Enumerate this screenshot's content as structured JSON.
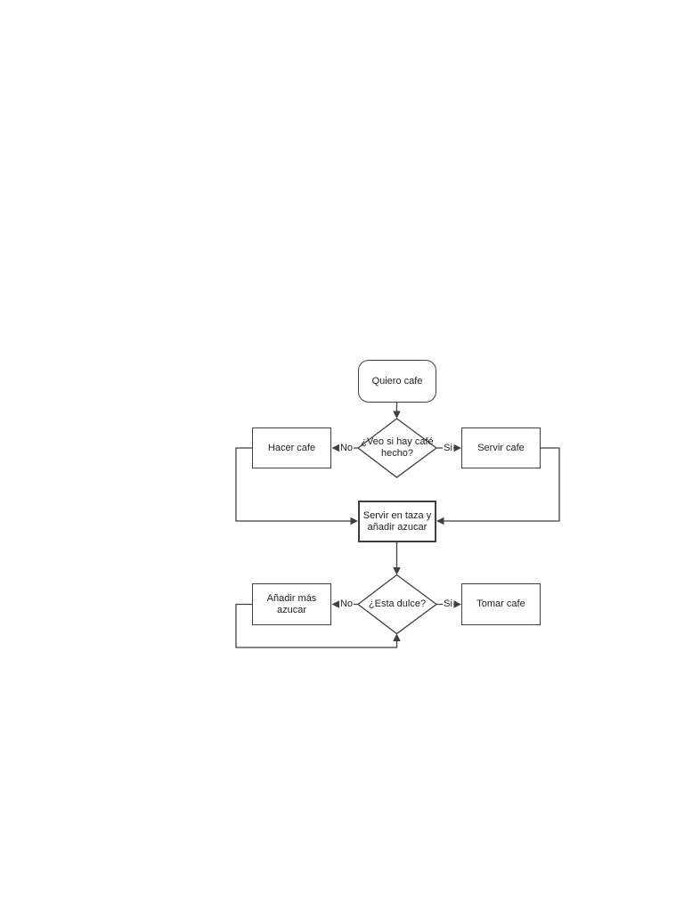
{
  "diagram": {
    "type": "flowchart",
    "language": "es",
    "colors": {
      "stroke": "#404040",
      "text": "#1f1f1f",
      "node_fill": "#ffffff",
      "page_background": "#ffffff"
    },
    "nodes": {
      "start": {
        "shape": "rounded-rectangle",
        "label": "Quiero cafe"
      },
      "decision_cafe_hecho": {
        "shape": "diamond",
        "line1": "¿Veo si hay café",
        "line2": "hecho?"
      },
      "hacer_cafe": {
        "shape": "rectangle",
        "label": "Hacer cafe"
      },
      "servir_cafe": {
        "shape": "rectangle",
        "label": "Servir cafe"
      },
      "servir_en_taza": {
        "shape": "rectangle",
        "line1": "Servir en taza y",
        "line2": "añadir azucar"
      },
      "decision_esta_dulce": {
        "shape": "diamond",
        "label": "¿Esta dulce?"
      },
      "anadir_mas_azucar": {
        "shape": "rectangle",
        "line1": "Añadir más",
        "line2": "azucar"
      },
      "tomar_cafe": {
        "shape": "rectangle",
        "label": "Tomar cafe"
      }
    },
    "edge_labels": {
      "cafe_hecho_no": "No",
      "cafe_hecho_si": "Si",
      "esta_dulce_no": "No",
      "esta_dulce_si": "Si"
    }
  }
}
